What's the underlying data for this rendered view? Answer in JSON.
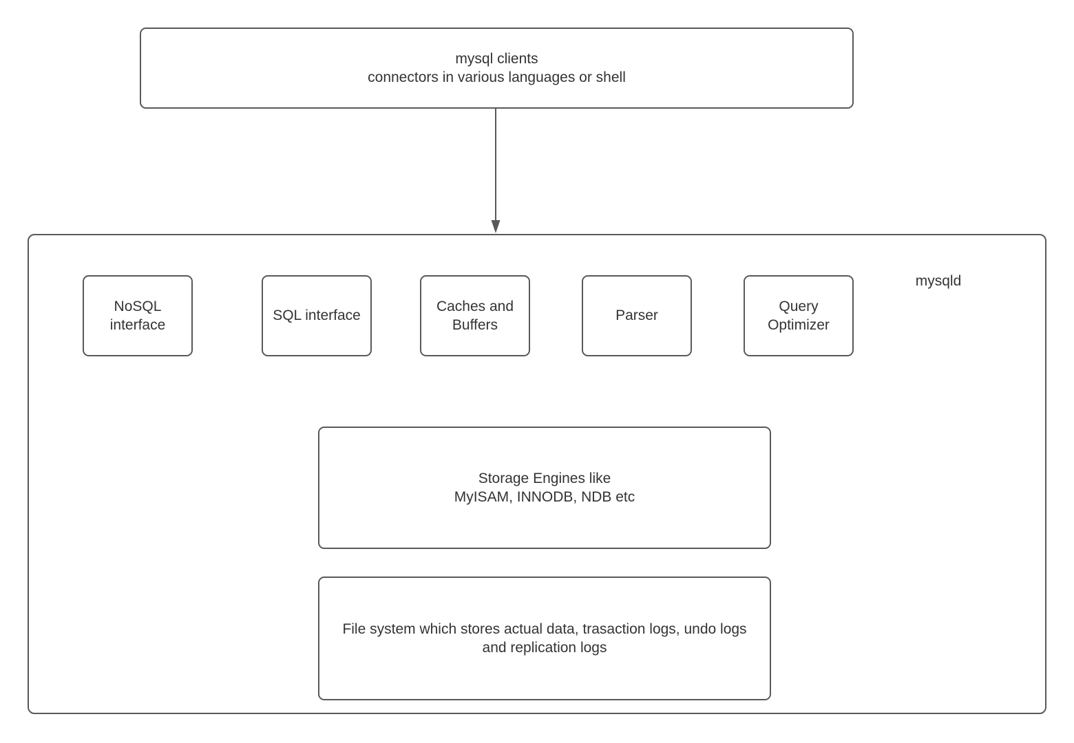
{
  "colors": {
    "border": "#595959",
    "text": "#333333",
    "background": "#ffffff",
    "arrow": "#595959"
  },
  "diagram": {
    "clients": {
      "text": "mysql clients\nconnectors in various languages or shell"
    },
    "mysqld": {
      "label": "mysqld"
    },
    "components": [
      {
        "label": "NoSQL\ninterface"
      },
      {
        "label": "SQL interface"
      },
      {
        "label": "Caches and\nBuffers"
      },
      {
        "label": "Parser"
      },
      {
        "label": "Query\nOptimizer"
      }
    ],
    "storage": {
      "text": "Storage Engines like\nMyISAM, INNODB, NDB etc"
    },
    "filesystem": {
      "text": "File system which stores actual data, trasaction logs, undo logs\nand replication logs"
    }
  }
}
